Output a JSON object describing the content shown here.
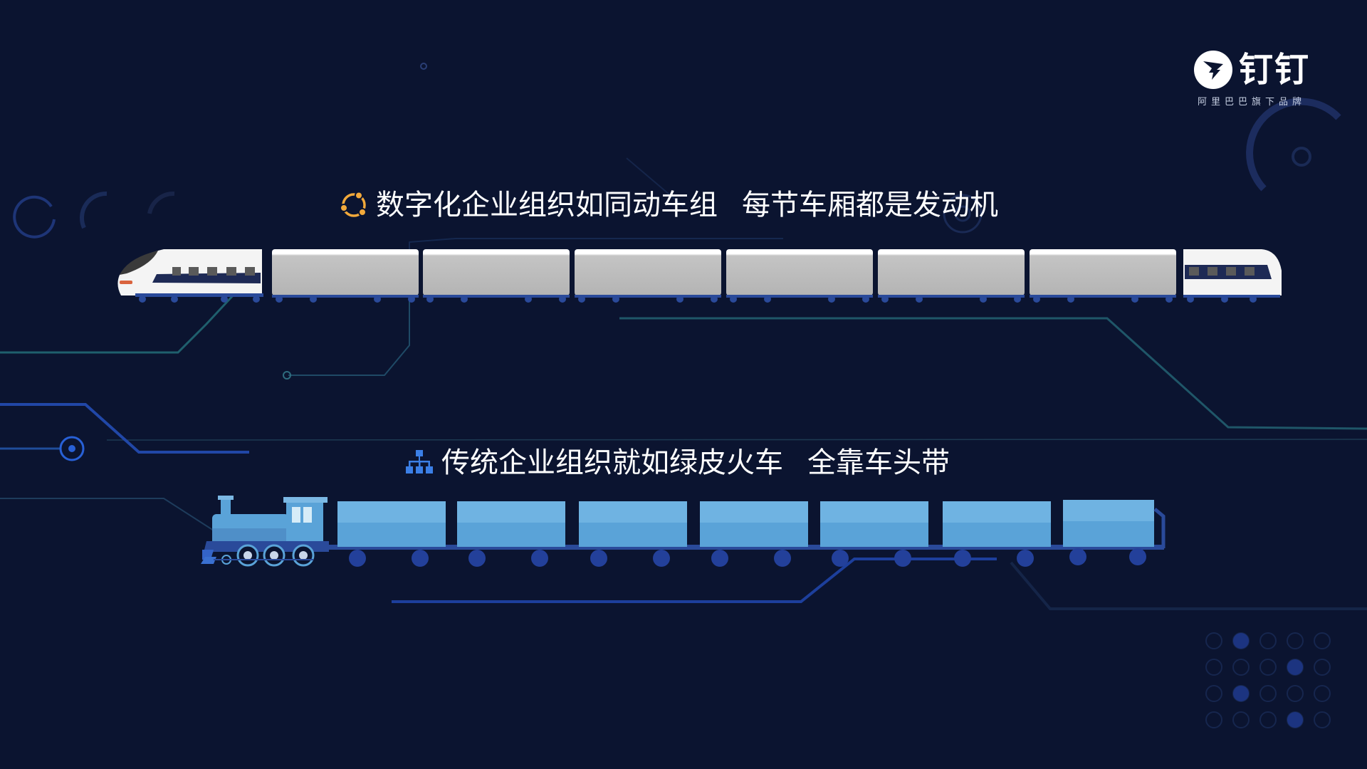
{
  "logo": {
    "name": "钉钉",
    "tagline": "阿里巴巴旗下品牌",
    "icon": "dingtalk-wing-icon"
  },
  "headline_top": {
    "icon": "circular-nodes-icon",
    "part1": "数字化企业组织如同动车组",
    "part2": "每节车厢都是发动机"
  },
  "headline_bottom": {
    "icon": "org-chart-icon",
    "part1": "传统企业组织就如绿皮火车",
    "part2": "全靠车头带"
  },
  "colors": {
    "background": "#0b1430",
    "accent_yellow": "#f2a93b",
    "accent_blue": "#3b7fe6",
    "car_gray": "#bcbcbc",
    "car_blue": "#5aa3d8"
  }
}
